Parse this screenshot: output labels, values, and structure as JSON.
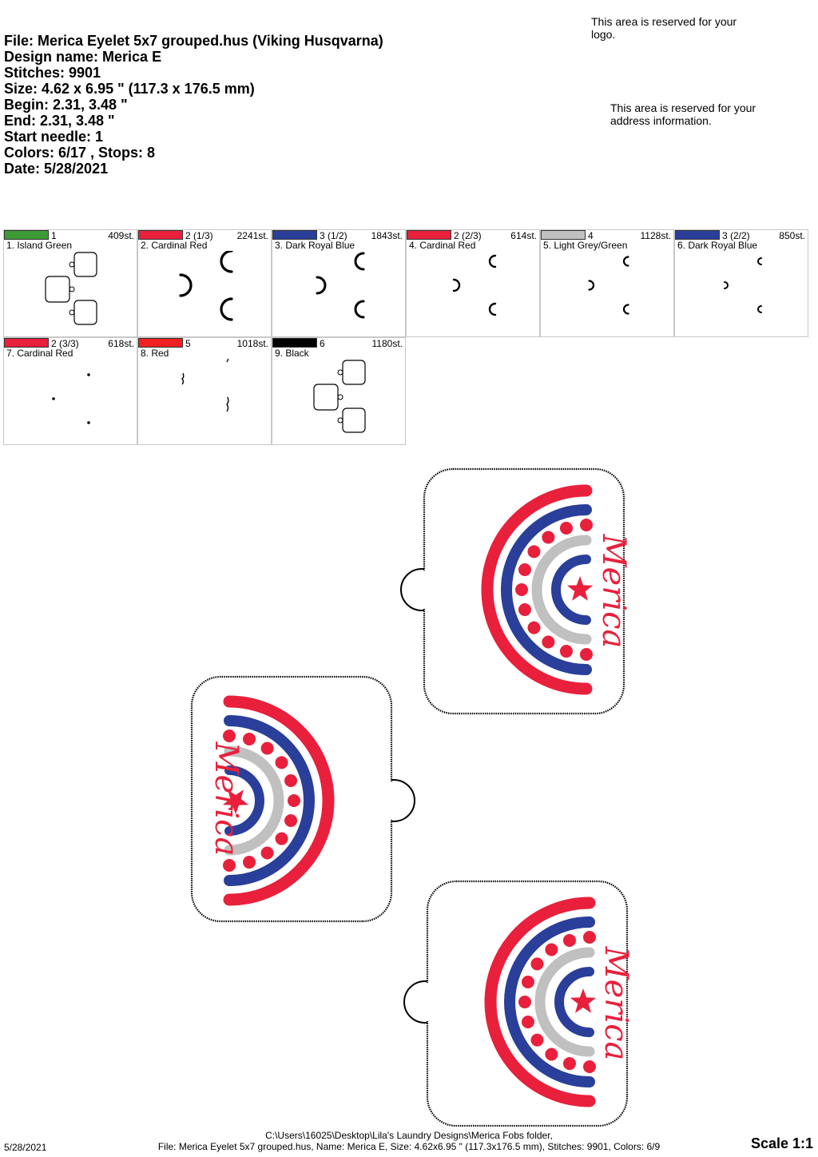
{
  "header": {
    "lines": [
      "File: Merica Eyelet 5x7 grouped.hus  (Viking Husqvarna)",
      "Design name: Merica E",
      "Stitches: 9901",
      "Size: 4.62 x 6.95 \" (117.3 x 176.5 mm)",
      "Begin: 2.31, 3.48 \"",
      "End: 2.31, 3.48 \"",
      "Start needle: 1",
      "Colors: 6/17 , Stops: 8",
      "Date: 5/28/2021"
    ]
  },
  "notes": {
    "logo": "This area is reserved for your logo.",
    "address": "This area is reserved for your address information."
  },
  "colors": {
    "green": "#3d9b35",
    "cardinal_red": "#e8203c",
    "royal_blue": "#2a3f9a",
    "light_grey": "#c0c0c0",
    "red": "#f02020",
    "black": "#000000"
  },
  "steps": [
    {
      "num": "1",
      "st": "409st.",
      "name": "1. Island Green",
      "color": "#3d9b35",
      "kind": "tags"
    },
    {
      "num": "2 (1/3)",
      "st": "2241st.",
      "name": "2. Cardinal Red",
      "color": "#e8203c",
      "kind": "arc1"
    },
    {
      "num": "3 (1/2)",
      "st": "1843st.",
      "name": "3. Dark Royal Blue",
      "color": "#2a3f9a",
      "kind": "arc2"
    },
    {
      "num": "2 (2/3)",
      "st": "614st.",
      "name": "4. Cardinal Red",
      "color": "#e8203c",
      "kind": "arc3"
    },
    {
      "num": "4",
      "st": "1128st.",
      "name": "5. Light Grey/Green",
      "color": "#c0c0c0",
      "kind": "arc4"
    },
    {
      "num": "3 (2/2)",
      "st": "850st.",
      "name": "6. Dark Royal Blue",
      "color": "#2a3f9a",
      "kind": "arc5"
    },
    {
      "num": "2 (3/3)",
      "st": "618st.",
      "name": "7. Cardinal Red",
      "color": "#e8203c",
      "kind": "stars"
    },
    {
      "num": "5",
      "st": "1018st.",
      "name": "8. Red",
      "color": "#f02020",
      "kind": "text"
    },
    {
      "num": "6",
      "st": "1180st.",
      "name": "9. Black",
      "color": "#000000",
      "kind": "tags"
    }
  ],
  "preview": {
    "script_text": "Merica"
  },
  "footer": {
    "path": "C:\\Users\\16025\\Desktop\\Lila's Laundry Designs\\Merica Fobs folder,",
    "file": "File: Merica Eyelet 5x7 grouped.hus, Name: Merica E, Size: 4.62x6.95 \" (117.3x176.5 mm), Stitches: 9901, Colors: 6/9",
    "date": "5/28/2021",
    "scale": "Scale 1:1"
  }
}
